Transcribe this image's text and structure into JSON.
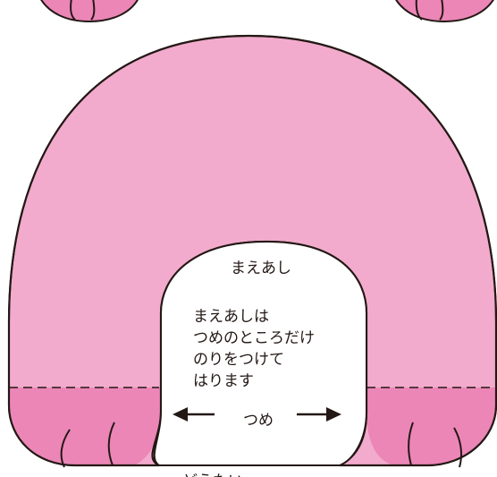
{
  "colors": {
    "body_fill": "#f2abcc",
    "paw_fill": "#ec86b7",
    "outline": "#231815",
    "inner_fill": "#ffffff"
  },
  "part": {
    "title": "まえあし",
    "instructions": [
      "まえあしは",
      "つめのところだけ",
      "のりをつけて",
      "はります"
    ],
    "claw_label": "つめ",
    "bottom_partial": "どうたい"
  },
  "icons": {
    "left_arrow": "arrow-left-icon",
    "right_arrow": "arrow-right-icon"
  }
}
